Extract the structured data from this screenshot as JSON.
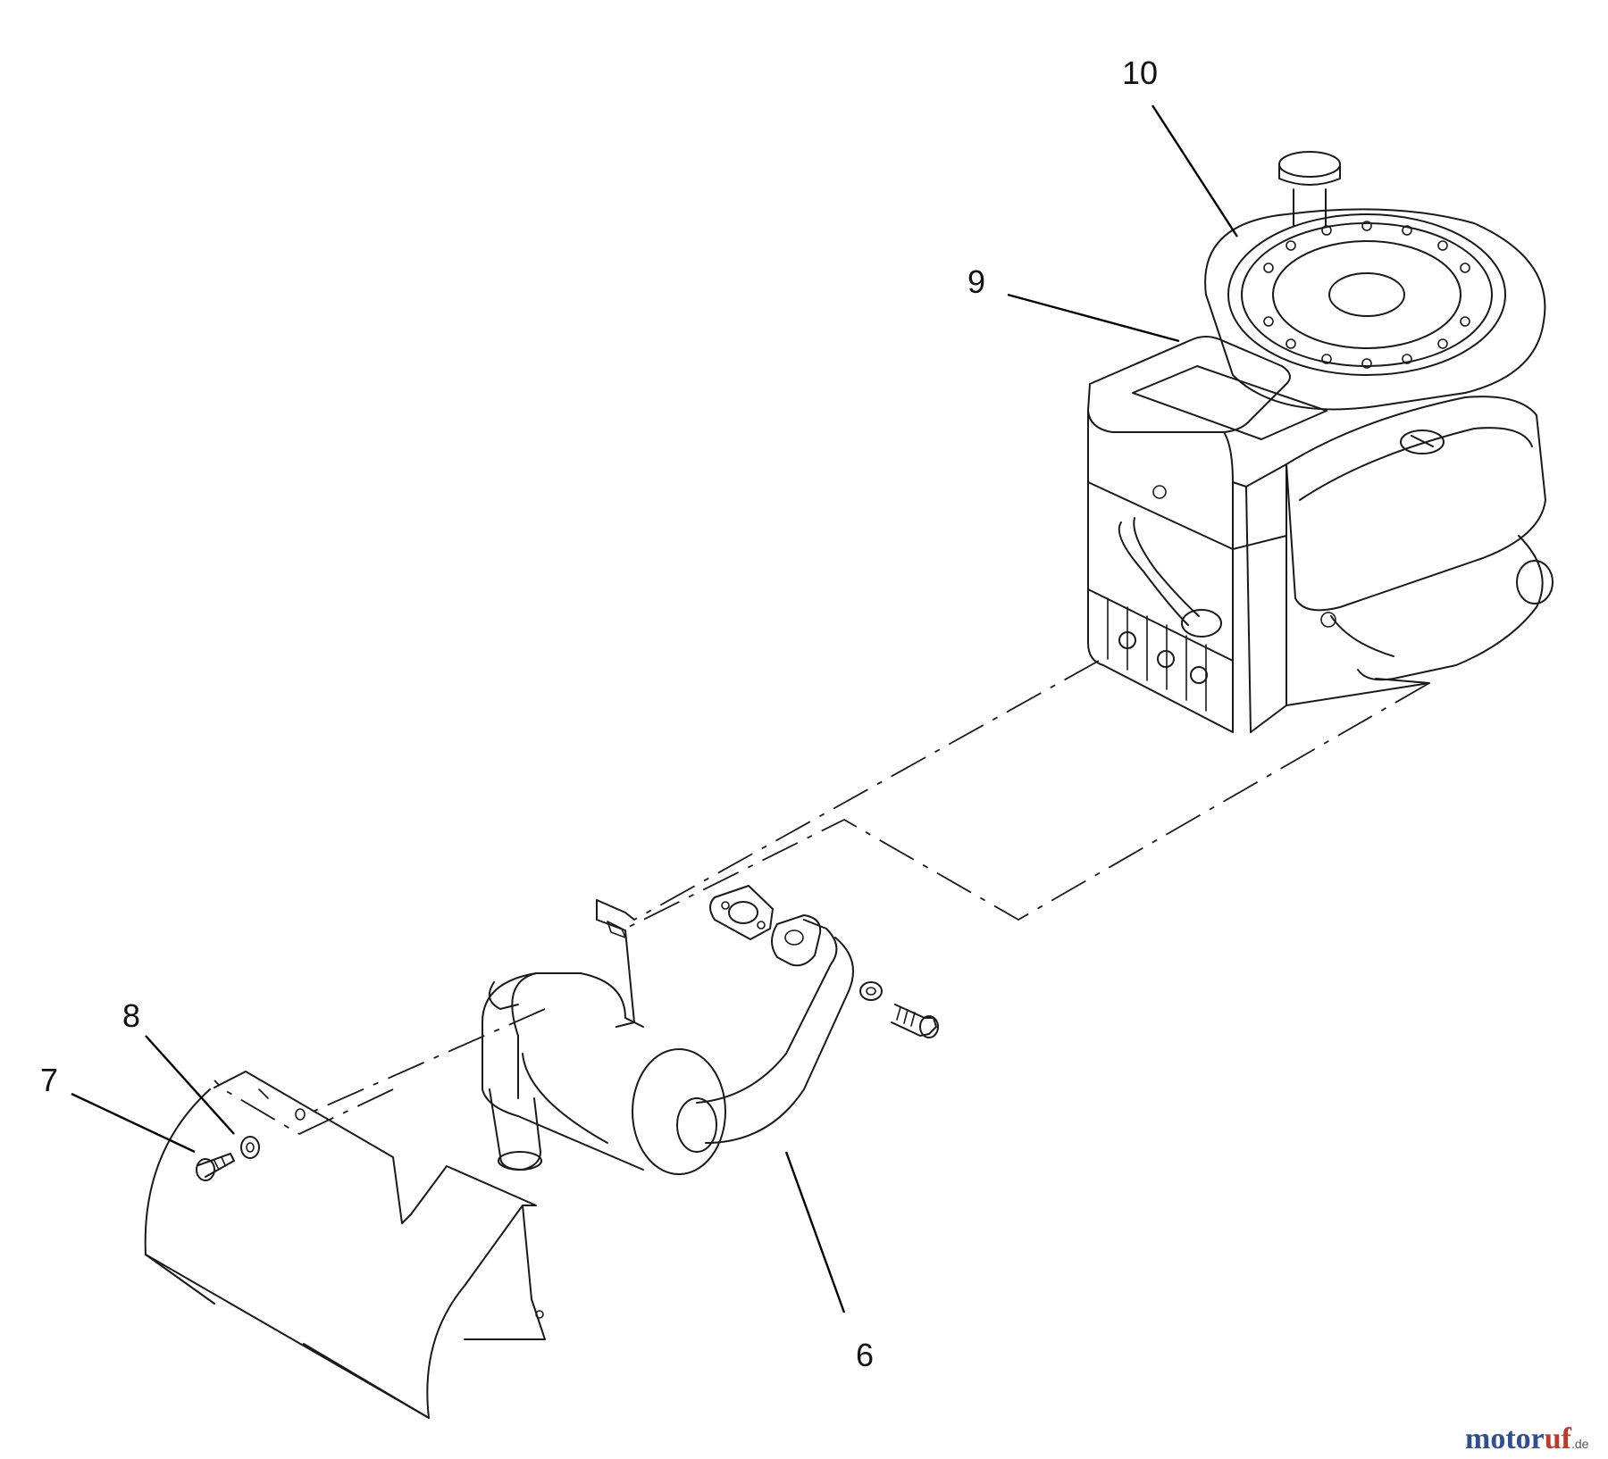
{
  "callouts": {
    "c10": "10",
    "c9": "9",
    "c8": "8",
    "c7": "7",
    "c6": "6"
  },
  "parts": {
    "engine": "engine-icon",
    "label_plate": "decal-icon",
    "muffler": "muffler-icon",
    "exhaust_pipe": "exhaust-pipe-icon",
    "gasket": "gasket-icon",
    "heat_shield": "heat-shield-icon",
    "bolt": "bolt-icon",
    "washer": "washer-icon"
  },
  "watermark": {
    "brand_part_a": "motor",
    "brand_part_b": "uf",
    "tld": ".de"
  },
  "colors": {
    "line": "#1a1a1a",
    "watermark_blue": "#2f4f8f",
    "watermark_red": "#c0392b"
  }
}
